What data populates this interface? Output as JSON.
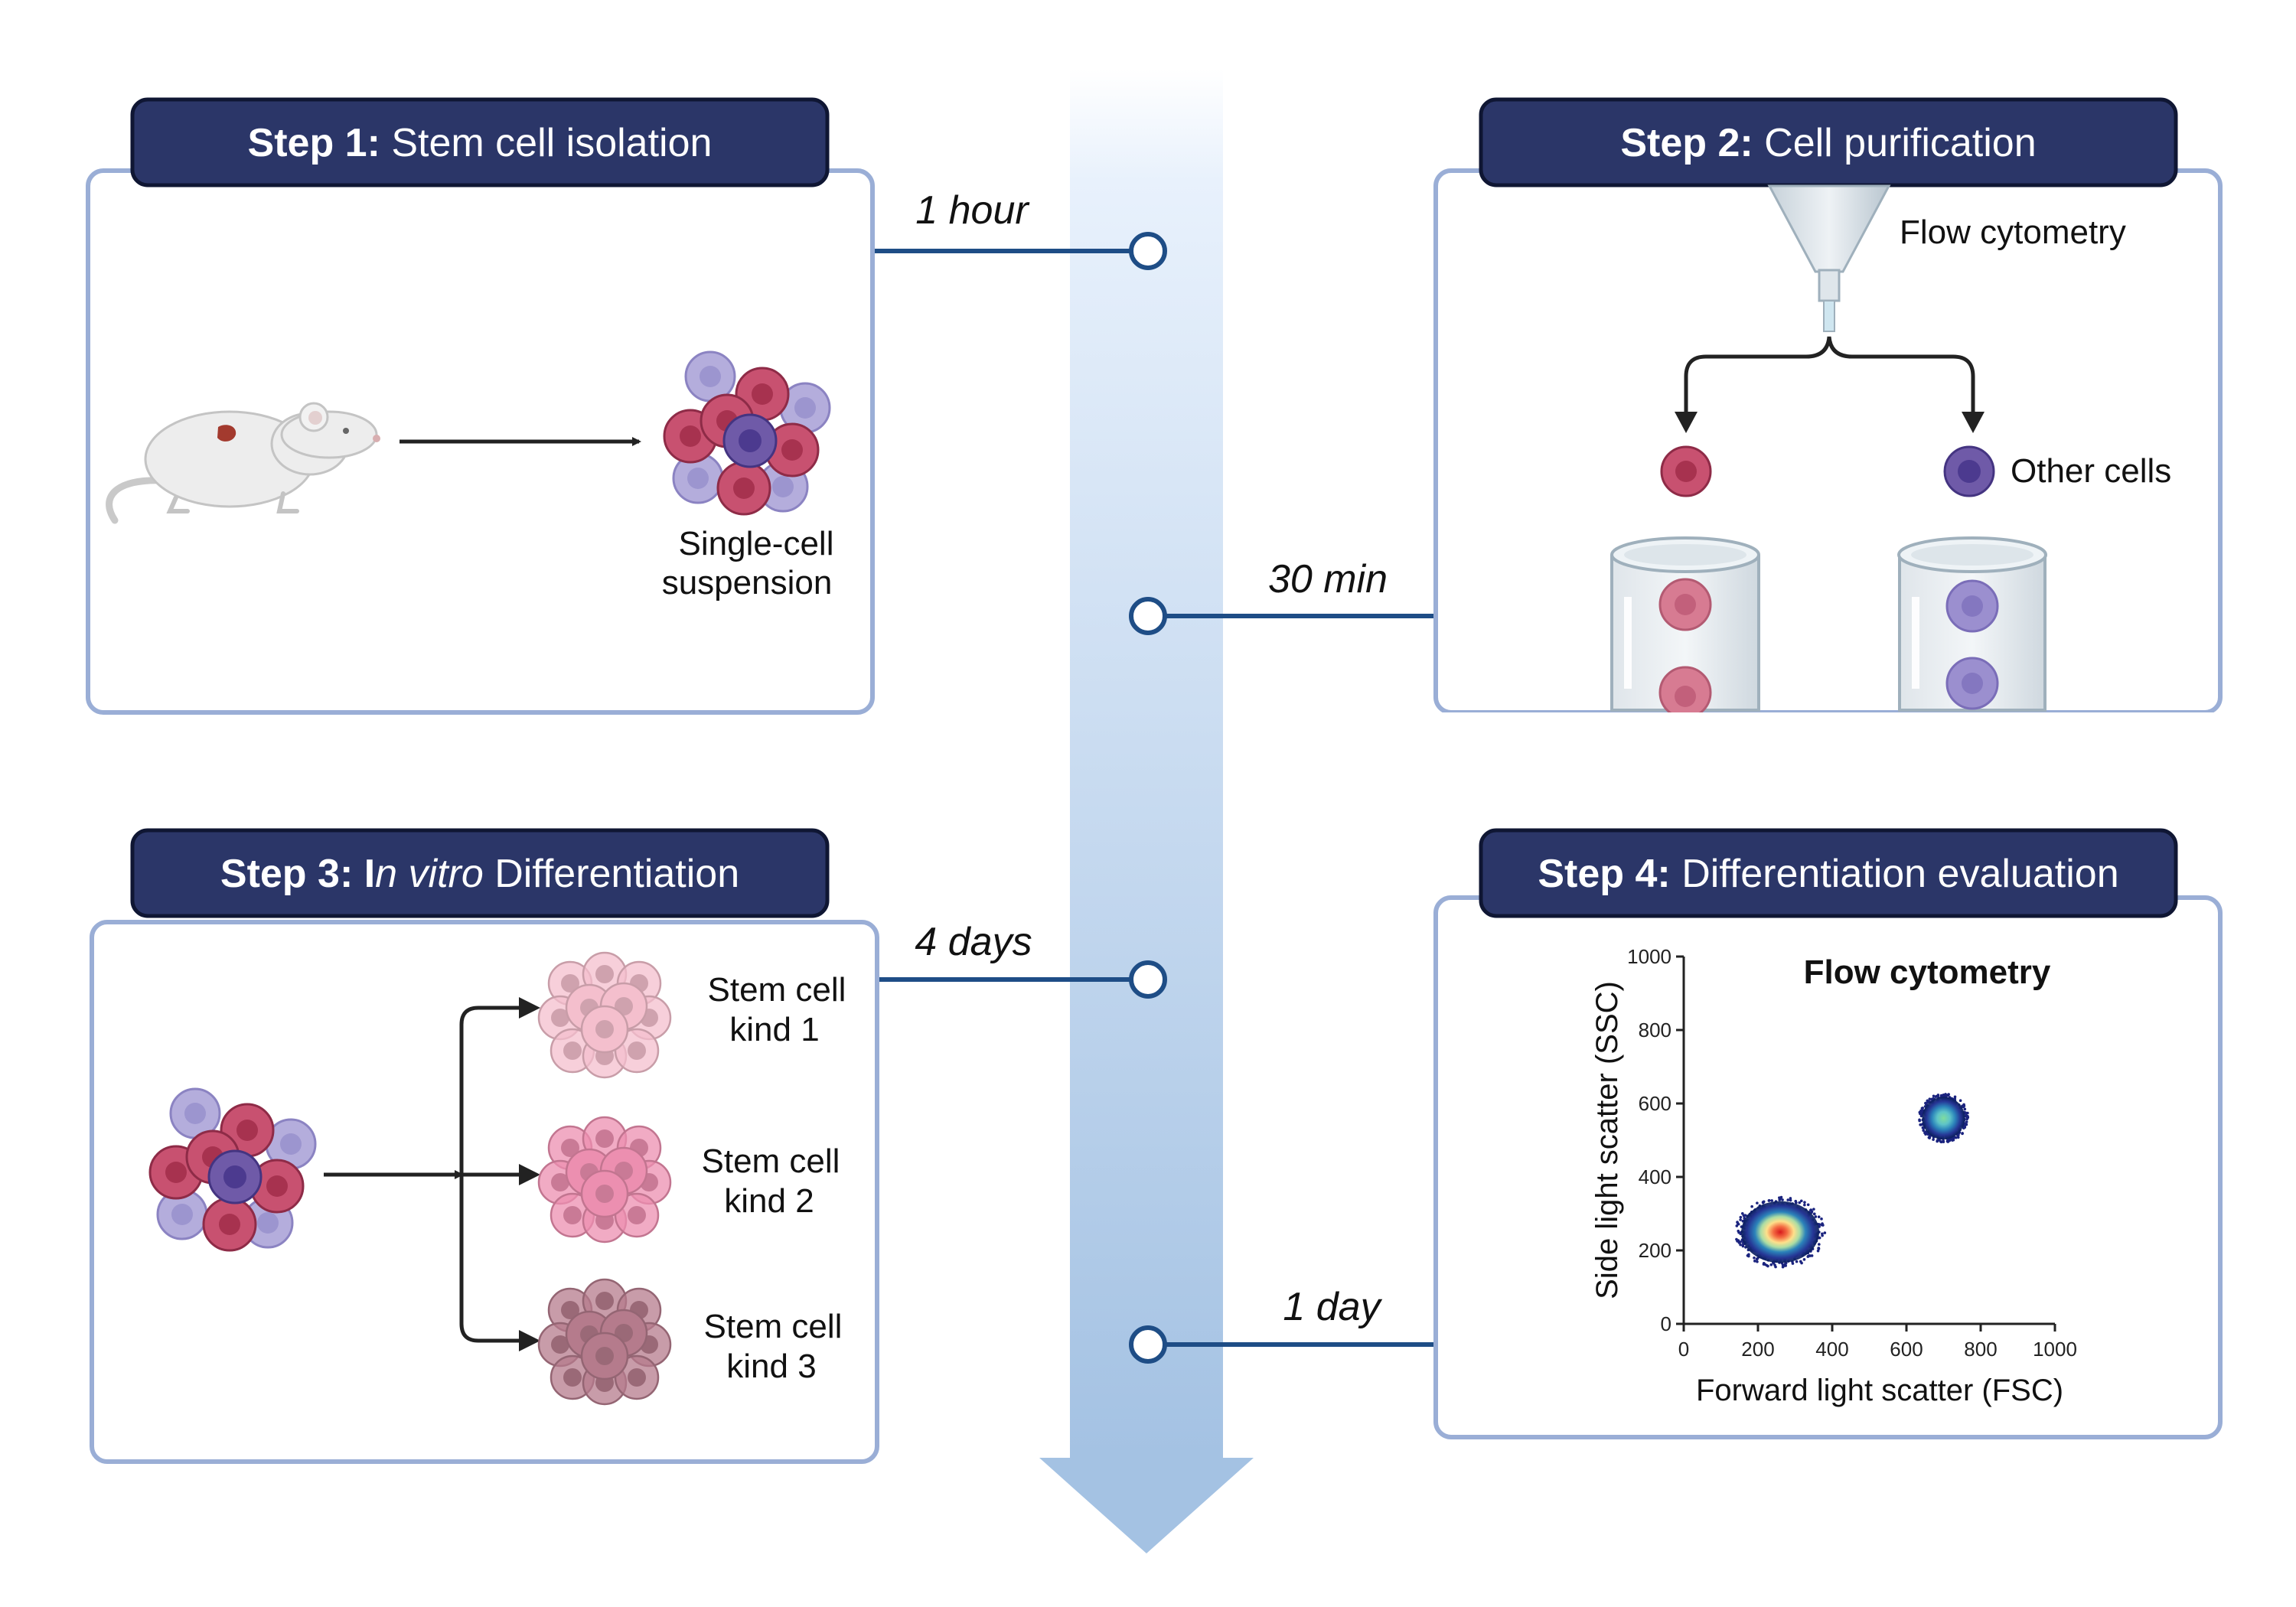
{
  "colors": {
    "header_bg": "#2b3668",
    "panel_border": "#9aaed6",
    "timeline_line": "#1e4d86",
    "arrow_top": "#e8f1fc",
    "arrow_bottom": "#a4c2e3",
    "cell_red": "#c85170",
    "cell_purple": "#6f5aa8",
    "cell_lavender": "#b4addc"
  },
  "steps": [
    {
      "bold": "Step 1:",
      "rest_before": " Stem cell isolation",
      "italic": "",
      "rest_after": ""
    },
    {
      "bold": "Step 2:",
      "rest_before": " Cell purification",
      "italic": "",
      "rest_after": ""
    },
    {
      "bold": "Step 3: I",
      "rest_before": "",
      "italic": "n vitro",
      "rest_after": " Differentiation"
    },
    {
      "bold": "Step 4:",
      "rest_before": " Differentiation evaluation",
      "italic": "",
      "rest_after": ""
    }
  ],
  "timeline": {
    "durations": [
      "1 hour",
      "30 min",
      "4 days",
      "1 day"
    ]
  },
  "step1": {
    "suspension_label": [
      "Single-cell",
      "suspension"
    ],
    "icons": [
      "mouse-icon",
      "cell-cluster-icon"
    ]
  },
  "step2": {
    "method_label": "Flow cytometry",
    "other_label": "Other cells",
    "icons": [
      "flow-nozzle-icon",
      "test-tube-icon"
    ]
  },
  "step3": {
    "outputs": [
      {
        "line1": "Stem cell",
        "line2": "kind 1",
        "color": "#f4bfcd"
      },
      {
        "line1": "Stem cell",
        "line2": "kind 2",
        "color": "#ec8fb0"
      },
      {
        "line1": "Stem cell",
        "line2": "kind 3",
        "color": "#b57b8c"
      }
    ]
  },
  "chart_data": {
    "type": "scatter",
    "title": "Flow cytometry",
    "xlabel": "Forward light scatter (FSC)",
    "ylabel": "Side light scatter (SSC)",
    "xlim": [
      0,
      1000
    ],
    "ylim": [
      0,
      1000
    ],
    "xticks": [
      "0",
      "200",
      "400",
      "600",
      "800",
      "1000"
    ],
    "yticks": [
      "0",
      "200",
      "400",
      "600",
      "800",
      "1000"
    ],
    "grid": false,
    "series": [
      {
        "center": [
          260,
          250
        ],
        "spread": [
          100,
          80
        ]
      },
      {
        "center": [
          700,
          560
        ],
        "spread": [
          55,
          55
        ]
      }
    ]
  }
}
